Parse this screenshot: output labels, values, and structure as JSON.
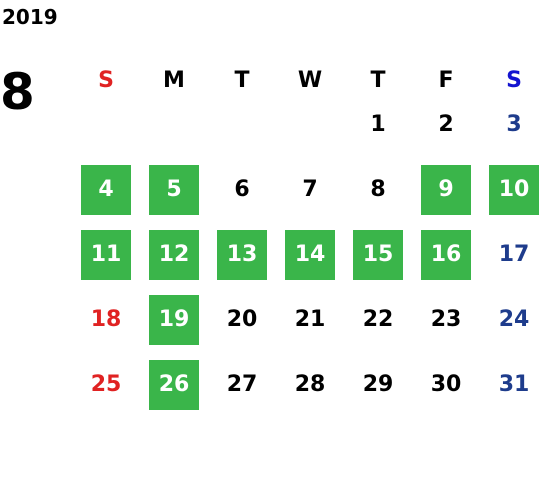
{
  "year": "2019",
  "month": "8",
  "colors": {
    "highlight": "#3ab54a",
    "sunday": "#e02222",
    "saturday_header": "#1414d0",
    "saturday": "#1e3c8c"
  },
  "weekdays": [
    "S",
    "M",
    "T",
    "W",
    "T",
    "F",
    "S"
  ],
  "weeks": [
    [
      {
        "d": ""
      },
      {
        "d": ""
      },
      {
        "d": ""
      },
      {
        "d": ""
      },
      {
        "d": "1"
      },
      {
        "d": "2"
      },
      {
        "d": "3"
      }
    ],
    [
      {
        "d": "4",
        "hi": true
      },
      {
        "d": "5",
        "hi": true
      },
      {
        "d": "6"
      },
      {
        "d": "7"
      },
      {
        "d": "8"
      },
      {
        "d": "9",
        "hi": true
      },
      {
        "d": "10",
        "hi": true
      }
    ],
    [
      {
        "d": "11",
        "hi": true
      },
      {
        "d": "12",
        "hi": true
      },
      {
        "d": "13",
        "hi": true
      },
      {
        "d": "14",
        "hi": true
      },
      {
        "d": "15",
        "hi": true
      },
      {
        "d": "16",
        "hi": true
      },
      {
        "d": "17"
      }
    ],
    [
      {
        "d": "18"
      },
      {
        "d": "19",
        "hi": true
      },
      {
        "d": "20"
      },
      {
        "d": "21"
      },
      {
        "d": "22"
      },
      {
        "d": "23"
      },
      {
        "d": "24"
      }
    ],
    [
      {
        "d": "25"
      },
      {
        "d": "26",
        "hi": true
      },
      {
        "d": "27"
      },
      {
        "d": "28"
      },
      {
        "d": "29"
      },
      {
        "d": "30"
      },
      {
        "d": "31"
      }
    ]
  ]
}
